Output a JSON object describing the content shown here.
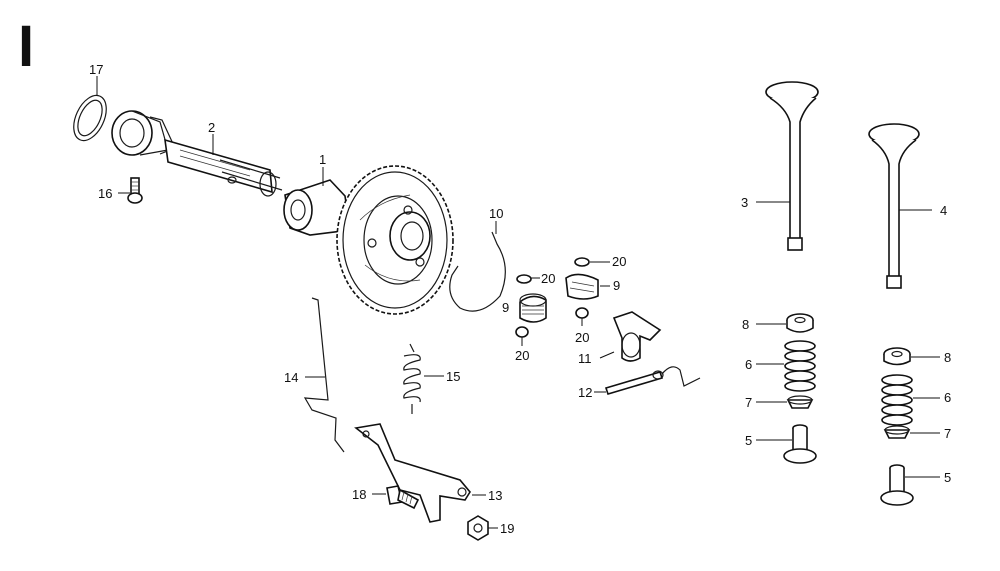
{
  "section_mark": "I",
  "callouts": [
    {
      "id": "c17",
      "text": "17"
    },
    {
      "id": "c2",
      "text": "2"
    },
    {
      "id": "c16",
      "text": "16"
    },
    {
      "id": "c1",
      "text": "1"
    },
    {
      "id": "c10",
      "text": "10"
    },
    {
      "id": "c20a",
      "text": "20"
    },
    {
      "id": "c20b",
      "text": "20"
    },
    {
      "id": "c9a",
      "text": "9"
    },
    {
      "id": "c9b",
      "text": "9"
    },
    {
      "id": "c20c",
      "text": "20"
    },
    {
      "id": "c20d",
      "text": "20"
    },
    {
      "id": "c11",
      "text": "11"
    },
    {
      "id": "c12",
      "text": "12"
    },
    {
      "id": "c14",
      "text": "14"
    },
    {
      "id": "c15",
      "text": "15"
    },
    {
      "id": "c13",
      "text": "13"
    },
    {
      "id": "c18",
      "text": "18"
    },
    {
      "id": "c19",
      "text": "19"
    },
    {
      "id": "c3",
      "text": "3"
    },
    {
      "id": "c4",
      "text": "4"
    },
    {
      "id": "c8a",
      "text": "8"
    },
    {
      "id": "c6a",
      "text": "6"
    },
    {
      "id": "c7a",
      "text": "7"
    },
    {
      "id": "c5a",
      "text": "5"
    },
    {
      "id": "c8b",
      "text": "8"
    },
    {
      "id": "c6b",
      "text": "6"
    },
    {
      "id": "c7b",
      "text": "7"
    },
    {
      "id": "c5b",
      "text": "5"
    }
  ]
}
